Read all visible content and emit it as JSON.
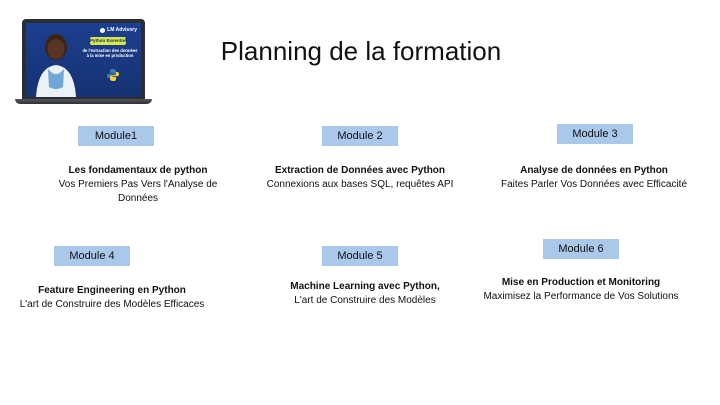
{
  "slide": {
    "title": "Planning de la formation"
  },
  "thumbnail": {
    "brand": "LM Advisory",
    "badge": "Python Essentiel",
    "subtitle": "de l'extraction des données à la mise en production"
  },
  "modules": [
    {
      "label": "Module1",
      "title": "Les fondamentaux de python",
      "description": "Vos Premiers Pas Vers l'Analyse de Données"
    },
    {
      "label": "Module 2",
      "title": "Extraction de Données avec Python",
      "description": "Connexions aux bases SQL, requêtes API"
    },
    {
      "label": "Module 3",
      "title": "Analyse de données en Python",
      "description": "Faites Parler Vos Données avec Efficacité"
    },
    {
      "label": "Module 4",
      "title": "Feature Engineering en Python",
      "description": "L'art de Construire des Modèles Efficaces"
    },
    {
      "label": "Module 5",
      "title": "Machine Learning avec Python,",
      "description": "L'art de Construire des Modèles"
    },
    {
      "label": "Module 6",
      "title": "Mise en Production et Monitoring",
      "description": "Maximisez la Performance de Vos Solutions"
    }
  ]
}
